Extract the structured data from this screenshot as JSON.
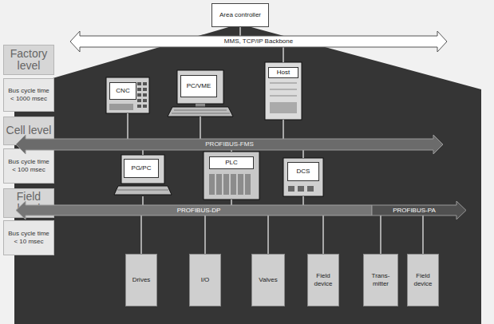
{
  "diagram": {
    "nodes": [
      {
        "text": [
          "Area controller"
        ]
      },
      {
        "text": [
          "MMS, TCP/IP Backbone"
        ]
      },
      {
        "text": [
          "Factory level"
        ]
      },
      {
        "text": [
          "Bus cycle time < 1000 msec"
        ]
      },
      {
        "text": [
          "CNC"
        ]
      },
      {
        "text": [
          "PC/VME"
        ]
      },
      {
        "text": [
          "Host"
        ]
      },
      {
        "text": [
          "Cell level"
        ]
      },
      {
        "text": [
          "Bus cycle time < 100 msec"
        ]
      },
      {
        "text": [
          "PROFIBUS-FMS"
        ]
      },
      {
        "text": [
          "PG/PC"
        ]
      },
      {
        "text": [
          "PLC"
        ]
      },
      {
        "text": [
          "DCS"
        ]
      },
      {
        "text": [
          "Field level"
        ]
      },
      {
        "text": [
          "Bus cycle time < 10 msec"
        ]
      },
      {
        "text": [
          "PROFIBUS-DP"
        ]
      },
      {
        "text": [
          "PROFIBUS-PA"
        ]
      },
      {
        "text": [
          "Drives"
        ]
      },
      {
        "text": [
          "I/O"
        ]
      },
      {
        "text": [
          "Valves"
        ]
      },
      {
        "text": [
          "Field device"
        ]
      },
      {
        "text": [
          "Trans- mitter"
        ]
      },
      {
        "text": [
          "Field device"
        ]
      }
    ],
    "edges": [
      {
        "from": 0,
        "to": 1,
        "arrow": "none"
      },
      {
        "from": 6,
        "to": 1,
        "arrow": "none"
      },
      {
        "from": 4,
        "to": 9,
        "arrow": "none"
      },
      {
        "from": 5,
        "to": 9,
        "arrow": "none"
      },
      {
        "from": 6,
        "to": 9,
        "arrow": "none"
      },
      {
        "from": 10,
        "to": 9,
        "arrow": "none"
      },
      {
        "from": 11,
        "to": 9,
        "arrow": "none"
      },
      {
        "from": 12,
        "to": 9,
        "arrow": "none"
      },
      {
        "from": 10,
        "to": 15,
        "arrow": "none"
      },
      {
        "from": 11,
        "to": 15,
        "arrow": "none"
      },
      {
        "from": 12,
        "to": 15,
        "arrow": "none"
      },
      {
        "from": 17,
        "to": 15,
        "arrow": "none"
      },
      {
        "from": 18,
        "to": 15,
        "arrow": "none"
      },
      {
        "from": 19,
        "to": 15,
        "arrow": "none"
      },
      {
        "from": 20,
        "to": 15,
        "arrow": "none"
      },
      {
        "from": 21,
        "to": 16,
        "arrow": "none"
      },
      {
        "from": 22,
        "to": 16,
        "arrow": "none"
      }
    ]
  }
}
